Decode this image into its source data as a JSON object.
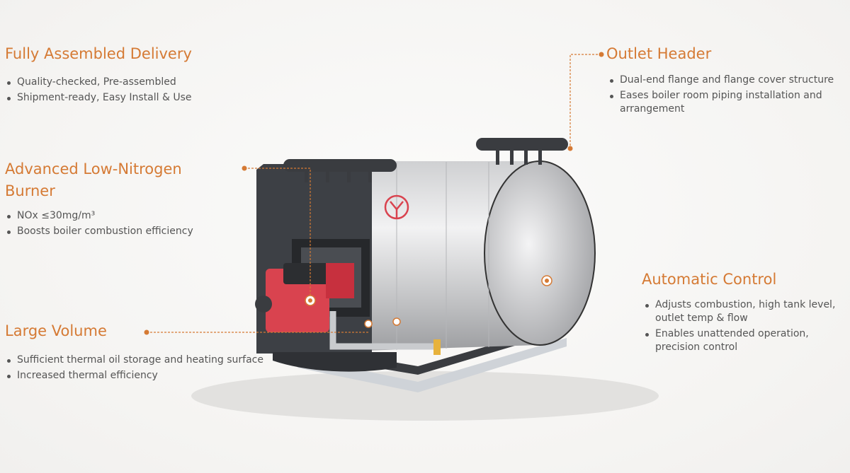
{
  "features": {
    "assembled": {
      "title": "Fully Assembled Delivery",
      "bullets": [
        "Quality-checked, Pre-assembled",
        "Shipment-ready, Easy Install & Use"
      ]
    },
    "burner": {
      "title_line1": "Advanced Low-Nitrogen",
      "title_line2": "Burner",
      "bullets": [
        "NOx ≤30mg/m³",
        "Boosts boiler combustion efficiency"
      ]
    },
    "volume": {
      "title": "Large Volume",
      "bullets": [
        "Sufficient thermal oil storage and heating surface",
        "Increased thermal efficiency"
      ]
    },
    "outlet": {
      "title": "Outlet Header",
      "bullets": [
        "Dual-end flange and flange cover structure",
        "Eases boiler room piping installation and arrangement"
      ]
    },
    "control": {
      "title": "Automatic Control",
      "bullets": [
        "Adjusts combustion, high tank level, outlet temp & flow",
        "Enables unattended operation, precision control"
      ]
    }
  },
  "colors": {
    "accent": "#d57a34",
    "body_text": "#555555",
    "panel": "#3d4045",
    "burner": "#d9434f"
  }
}
